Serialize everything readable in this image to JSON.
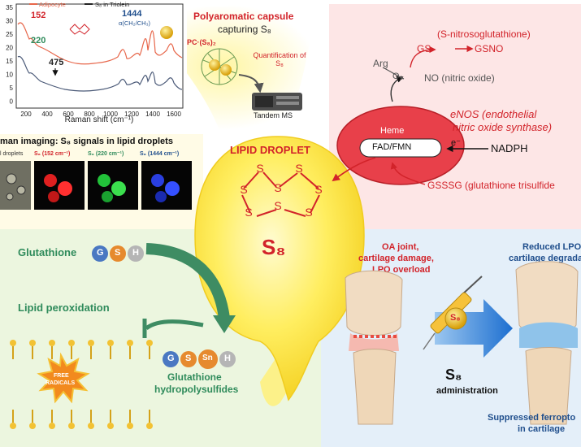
{
  "raman": {
    "legend_adipocyte": "Adipocyte",
    "legend_triolein": "S₈ in Triolein",
    "xlabel": "Raman shift (cm⁻¹)",
    "xticks": [
      "200",
      "400",
      "600",
      "800",
      "1000",
      "1200",
      "1400",
      "1600"
    ],
    "yticks": [
      "35",
      "30",
      "25",
      "20",
      "15",
      "10",
      "5",
      "0"
    ],
    "peak_152": "152",
    "peak_220": "220",
    "peak_475": "475",
    "peak_1444": "1444",
    "peak_1444_note": "α(CH₂/CH₃)"
  },
  "capsule": {
    "title": "Polyaromatic capsule",
    "subtitle": "capturing S₈",
    "formula": "PC·(S₈)₂",
    "quant": "Quantification of S₈",
    "instrument": "Tandem MS"
  },
  "imaging": {
    "title": "man imaging: S₈ signals in lipid droplets",
    "panels": [
      "l droplets",
      "S₈ (152 cm⁻¹)",
      "S₈ (220 cm⁻¹)",
      "S₈ (1444 cm⁻¹)"
    ]
  },
  "no_pathway": {
    "gsno_full": "(S-nitrosoglutathione)",
    "gs_radical": "GS·",
    "gsno": "GSNO",
    "arg": "Arg",
    "o2": "O₂",
    "no": "NO (nitric oxide)",
    "enos_1": "eNOS (endothelial",
    "enos_2": "nitric oxide synthase)",
    "heme": "Heme",
    "fad": "FAD/FMN",
    "electron": "e⁻",
    "nadph": "NADPH",
    "gsssg": "GSSSG (glutathione trisulfide"
  },
  "center": {
    "title": "LIPID DROPLET",
    "s_atom": "S",
    "s8": "S₈"
  },
  "lipid": {
    "glutathione": "Glutathione",
    "gsh_letters": [
      "G",
      "S",
      "H"
    ],
    "lipid_perox": "Lipid peroxidation",
    "free_radicals_1": "FREE",
    "free_radicals_2": "RADICALS",
    "poly_letters": [
      "G",
      "S",
      "Sn",
      "H"
    ],
    "poly_label_1": "Glutathione",
    "poly_label_2": "hydropolysulfides"
  },
  "joint": {
    "oa_1": "OA joint,",
    "oa_2": "cartilage damage,",
    "oa_3": "LPO overload",
    "reduced_1": "Reduced LPO &",
    "reduced_2": "cartilage degradati",
    "syringe_label": "S₈",
    "admin_1": "S₈",
    "admin_2": "administration",
    "suppressed_1": "Suppressed ferropto",
    "suppressed_2": "in cartilage"
  },
  "colors": {
    "accent_red": "#d2232a",
    "accent_green": "#2f8b5b",
    "accent_blue": "#1f4e8c",
    "droplet_yellow": "#ffe95a",
    "panel_pink": "#fde6e6",
    "panel_green": "#ecf6df",
    "panel_blue": "#e4eff9"
  }
}
